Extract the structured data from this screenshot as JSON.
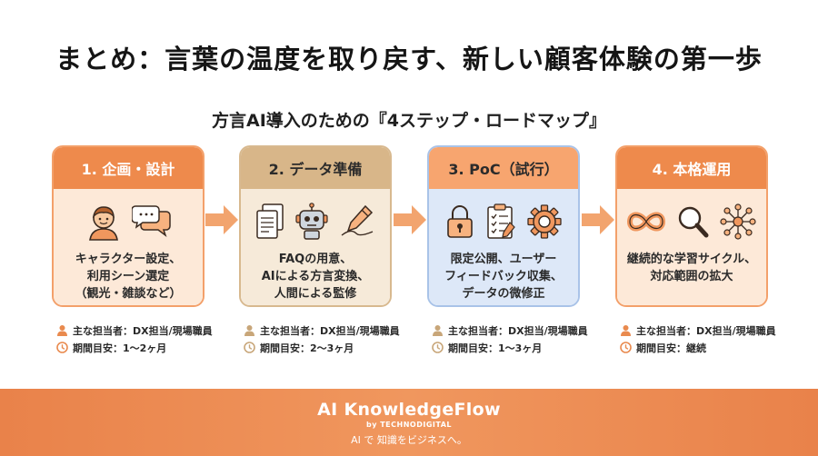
{
  "title": "まとめ：言葉の温度を取り戻す、新しい顧客体験の第一歩",
  "subtitle": "方言AI導入のための『4ステップ・ロードマップ』",
  "steps": [
    {
      "header": "1. 企画・設計",
      "description": "キャラクター設定、\n利用シーン選定\n（観光・雑談など）",
      "icons": [
        "person-icon",
        "chat-bubbles-icon"
      ],
      "owner": "主な担当者：DX担当/現場職員",
      "period": "期間目安：1〜2ヶ月"
    },
    {
      "header": "2. データ準備",
      "description": "FAQの用意、\nAIによる方言変換、\n人間による監修",
      "icons": [
        "documents-icon",
        "robot-icon",
        "pen-icon"
      ],
      "owner": "主な担当者：DX担当/現場職員",
      "period": "期間目安：2〜3ヶ月"
    },
    {
      "header": "3. PoC（試行）",
      "description": "限定公開、ユーザー\nフィードバック収集、\nデータの微修正",
      "icons": [
        "lock-icon",
        "checklist-icon",
        "gear-icon"
      ],
      "owner": "主な担当者：DX担当/現場職員",
      "period": "期間目安：1〜3ヶ月"
    },
    {
      "header": "4. 本格運用",
      "description": "継続的な学習サイクル、\n対応範囲の拡大",
      "icons": [
        "infinity-icon",
        "magnifier-icon",
        "network-icon"
      ],
      "owner": "主な担当者：DX担当/現場職員",
      "period": "期間目安：継続"
    }
  ],
  "footer": {
    "brand": "AI KnowledgeFlow",
    "by": "by TECHNODIGITAL",
    "tagline": "AI で 知識をビジネスへ。"
  },
  "colors": {
    "accent": "#ee8a4c",
    "step2_header": "#d8b689",
    "step3_body": "#dde8f8",
    "footer": "#f0975e"
  }
}
